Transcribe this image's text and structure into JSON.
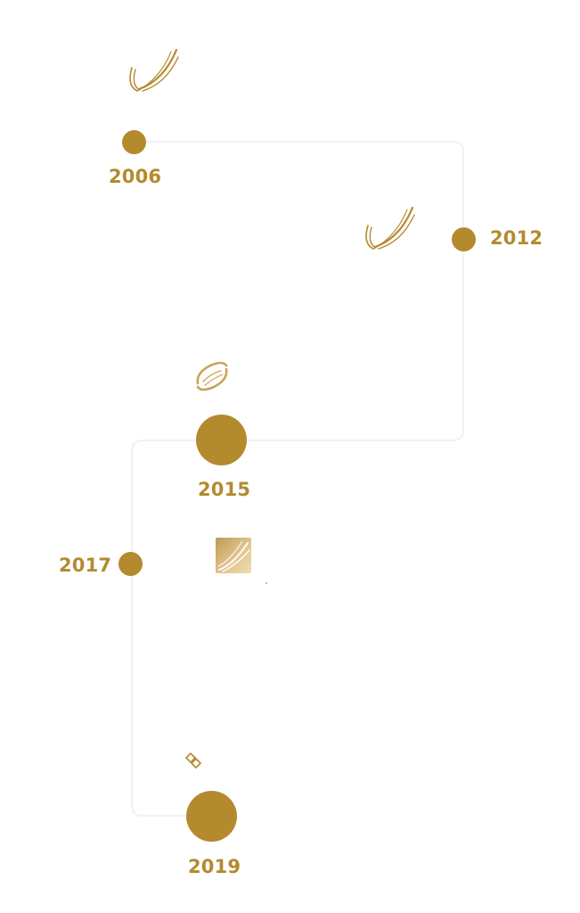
{
  "colors": {
    "accent": "#b48a2f",
    "path_line": "#f1f1f1",
    "logo_gradient_light": "#f0dcb0",
    "logo_gradient_dark": "#bf9a55"
  },
  "timeline": {
    "milestones": [
      {
        "year": "2006",
        "icon": "swoosh-logo-icon"
      },
      {
        "year": "2012",
        "icon": "swoosh-logo-icon"
      },
      {
        "year": "2015",
        "icon": "loop-logo-icon"
      },
      {
        "year": "2017",
        "icon": "square-swoosh-logo-icon"
      },
      {
        "year": "2019",
        "icon": "diamond-link-logo-icon"
      }
    ]
  }
}
